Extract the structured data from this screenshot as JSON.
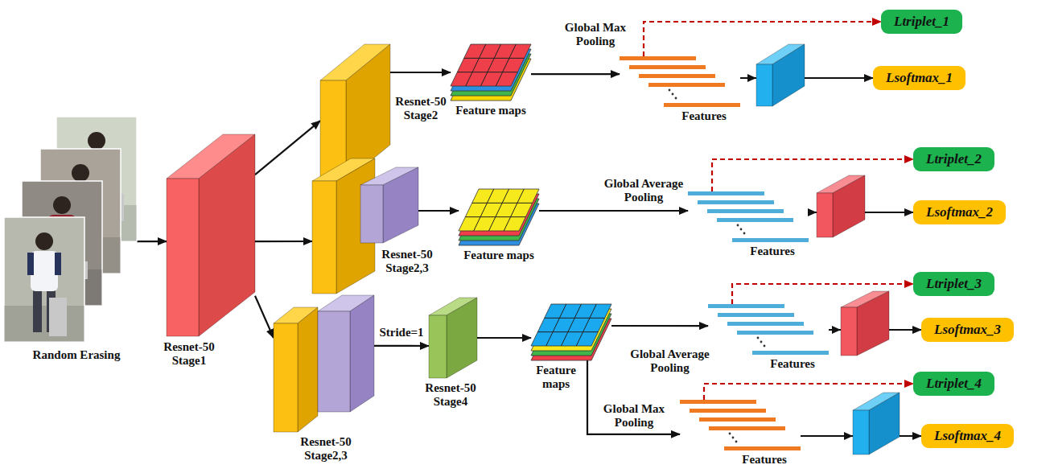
{
  "diagram": {
    "nodes": [
      {
        "text": [
          "Random Erasing"
        ]
      },
      {
        "text": [
          "Resnet-50 Stage1"
        ]
      },
      {
        "text": [
          "Resnet-50 Stage2"
        ]
      },
      {
        "text": [
          "Feature maps"
        ]
      },
      {
        "text": [
          "Features"
        ]
      },
      {
        "text": [
          "Ltriplet_1"
        ]
      },
      {
        "text": [
          "Lsoftmax_1"
        ]
      },
      {
        "text": [
          "Resnet-50 Stage2,3"
        ]
      },
      {
        "text": [
          "Feature maps"
        ]
      },
      {
        "text": [
          "Features"
        ]
      },
      {
        "text": [
          "Ltriplet_2"
        ]
      },
      {
        "text": [
          "Lsoftmax_2"
        ]
      },
      {
        "text": [
          "Resnet-50 Stage2,3"
        ]
      },
      {
        "text": [
          "Resnet-50 Stage4"
        ]
      },
      {
        "text": [
          "Feature maps"
        ]
      },
      {
        "text": [
          "Features"
        ]
      },
      {
        "text": [
          "Ltriplet_3"
        ]
      },
      {
        "text": [
          "Lsoftmax_3"
        ]
      },
      {
        "text": [
          "Features"
        ]
      },
      {
        "text": [
          "Ltriplet_4"
        ]
      },
      {
        "text": [
          "Lsoftmax_4"
        ]
      }
    ],
    "edges": [
      {
        "from": 0,
        "to": 1,
        "arrow": "to"
      },
      {
        "from": 1,
        "to": 2,
        "arrow": "to"
      },
      {
        "from": 1,
        "to": 7,
        "arrow": "to"
      },
      {
        "from": 1,
        "to": 12,
        "arrow": "to"
      },
      {
        "from": 2,
        "to": 3,
        "arrow": "to"
      },
      {
        "from": 3,
        "to": 4,
        "label": "Global Max Pooling",
        "arrow": "to"
      },
      {
        "from": 4,
        "to": 5,
        "arrow": "to"
      },
      {
        "from": 4,
        "to": 6,
        "arrow": "to"
      },
      {
        "from": 7,
        "to": 8,
        "arrow": "to"
      },
      {
        "from": 8,
        "to": 9,
        "label": "Global Average Pooling",
        "arrow": "to"
      },
      {
        "from": 9,
        "to": 10,
        "arrow": "to"
      },
      {
        "from": 9,
        "to": 11,
        "arrow": "to"
      },
      {
        "from": 12,
        "to": 13,
        "label": "Stride=1",
        "arrow": "to"
      },
      {
        "from": 13,
        "to": 14,
        "arrow": "to"
      },
      {
        "from": 14,
        "to": 15,
        "label": "Global Average Pooling",
        "arrow": "to"
      },
      {
        "from": 15,
        "to": 16,
        "arrow": "to"
      },
      {
        "from": 15,
        "to": 17,
        "arrow": "to"
      },
      {
        "from": 14,
        "to": 18,
        "label": "Global Max Pooling",
        "arrow": "to"
      },
      {
        "from": 18,
        "to": 19,
        "arrow": "to"
      },
      {
        "from": 18,
        "to": 20,
        "arrow": "to"
      }
    ]
  }
}
